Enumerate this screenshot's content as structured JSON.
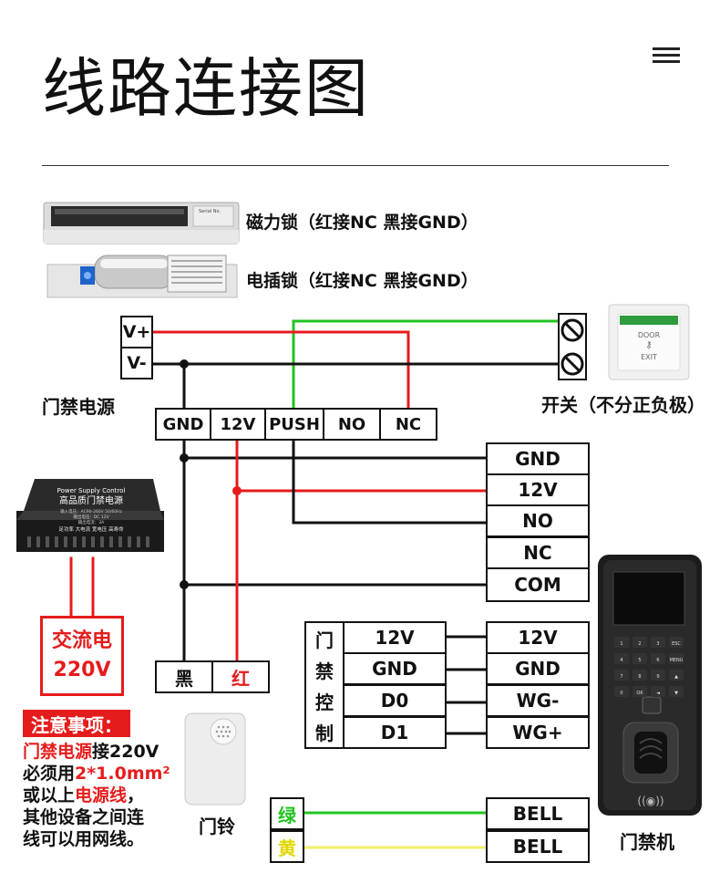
{
  "title": "线路连接图",
  "menu_icon": "hamburger-menu-icon",
  "colors": {
    "red": "#e51c1c",
    "green": "#22c422",
    "yellow": "#f0ee6a",
    "wire": "#111111"
  },
  "locks": {
    "magnetic": "磁力锁（红接NC 黑接GND）",
    "bolt": "电插锁（红接NC 黑接GND）",
    "magnetic_plate": "Serial No.",
    "bolt_hint": ""
  },
  "power": {
    "v_plus": "V+",
    "v_minus": "V-",
    "label": "门禁电源",
    "device_top": "Power Supply Control",
    "device_main": "高品质门禁电源",
    "device_spec1": "输入电压：AC90-260V 50/60Hz",
    "device_spec2": "输出电压：DC 12V",
    "device_spec3": "输出电流：3A",
    "device_slogan": "足功率  大电流  宽电压  高寿命"
  },
  "exit_switch": {
    "label": "开关（不分正负极）",
    "door": "DOOR",
    "exit": "EXIT"
  },
  "lock_terminal": [
    "GND",
    "12V",
    "PUSH",
    "NO",
    "NC"
  ],
  "controller_terminal": [
    "GND",
    "12V",
    "NO",
    "NC",
    "COM"
  ],
  "ac": {
    "line1": "交流电",
    "line2": "220V"
  },
  "battery": {
    "black": "黑",
    "red": "红"
  },
  "notes": {
    "badge": "注意事项：",
    "p1_red": "门禁电源",
    "p1": "接220V",
    "p2": "必须用",
    "p2_red": "2*1.0mm²",
    "p3": "或以上",
    "p3_red": "电源线",
    "p3_end": "，",
    "p4": "其他设备之间连",
    "p5": "线可以用网线。"
  },
  "access_control": {
    "vertical_label": [
      "门",
      "禁",
      "控",
      "制"
    ],
    "left": [
      "12V",
      "GND",
      "D0",
      "D1"
    ],
    "right": [
      "12V",
      "GND",
      "WG-",
      "WG+"
    ]
  },
  "doorbell": {
    "label": "门铃",
    "green": "绿",
    "yellow": "黄",
    "right": [
      "BELL",
      "BELL"
    ]
  },
  "machine": {
    "label": "门禁机",
    "keys": [
      "1",
      "2",
      "3",
      "ESC",
      "4",
      "5",
      "6",
      "MENU",
      "7",
      "8",
      "9",
      "▲",
      "0",
      "OK",
      "◄",
      "▼"
    ]
  }
}
